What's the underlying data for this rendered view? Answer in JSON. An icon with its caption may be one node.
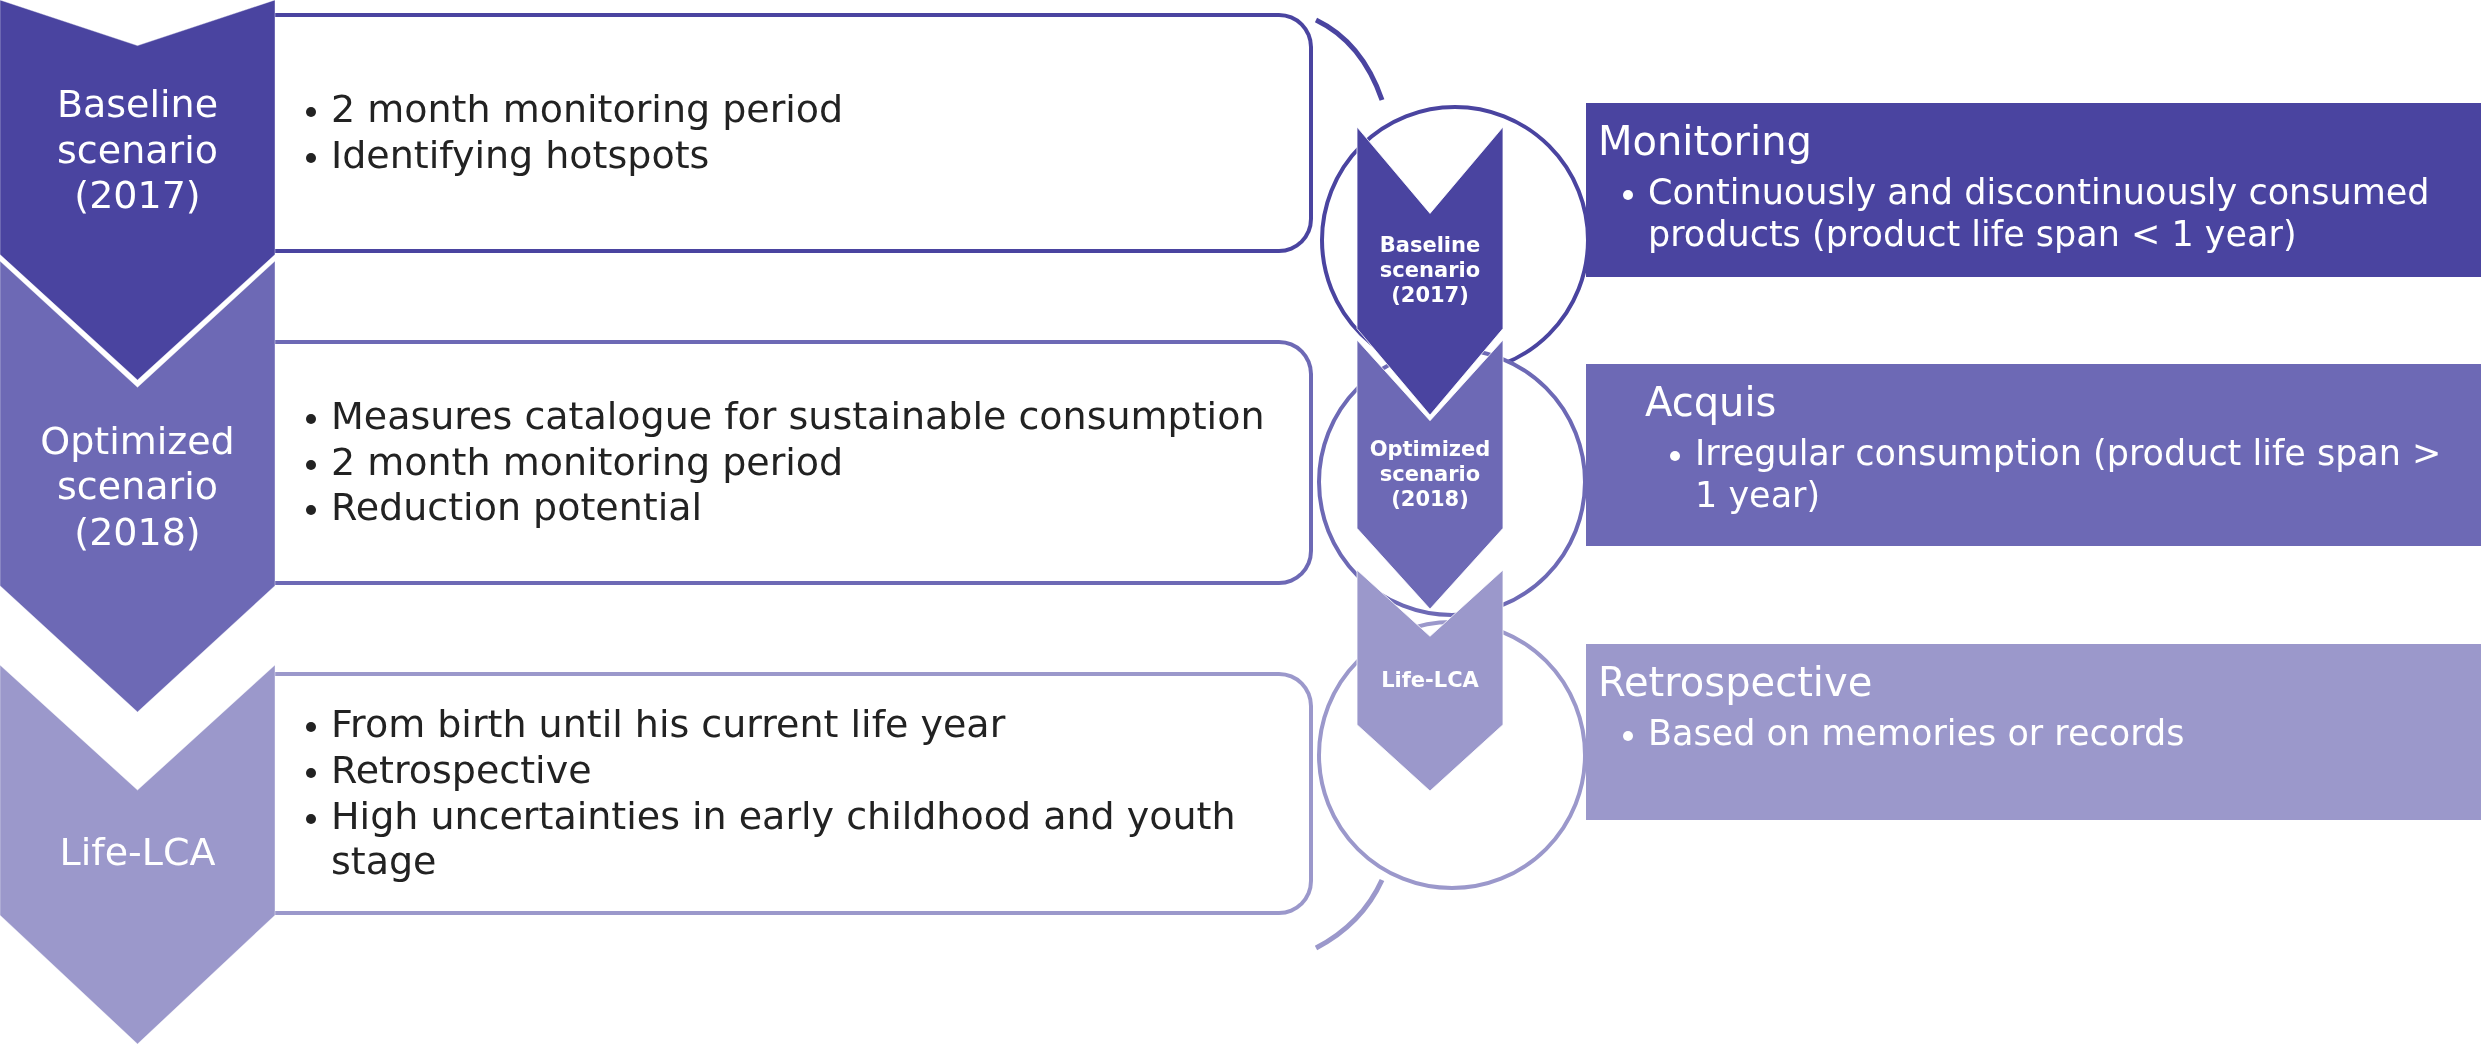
{
  "diagram": {
    "nodes": [
      {
        "text": [
          "Baseline scenario (2017)"
        ]
      },
      {
        "text": [
          "2 month monitoring period",
          "Identifying hotspots"
        ]
      },
      {
        "text": [
          "Optimized scenario (2018)"
        ]
      },
      {
        "text": [
          "Measures catalogue for sustainable consumption",
          "2 month monitoring period",
          "Reduction potential"
        ]
      },
      {
        "text": [
          "Life-LCA"
        ]
      },
      {
        "text": [
          "From birth until his current life year",
          "Retrospective",
          "High uncertainties in early childhood and youth stage"
        ]
      },
      {
        "text": [
          "Monitoring",
          "Continuously and discontinuously consumed products (product life span < 1 year)"
        ]
      },
      {
        "text": [
          "Baseline scenario (2017)"
        ]
      },
      {
        "text": [
          "Acquis",
          "Irregular consumption (product life span > 1 year)"
        ]
      },
      {
        "text": [
          "Optimized scenario (2018)"
        ]
      },
      {
        "text": [
          "Retrospective",
          "Based on memories or records"
        ]
      },
      {
        "text": [
          "Life-LCA"
        ]
      }
    ]
  }
}
